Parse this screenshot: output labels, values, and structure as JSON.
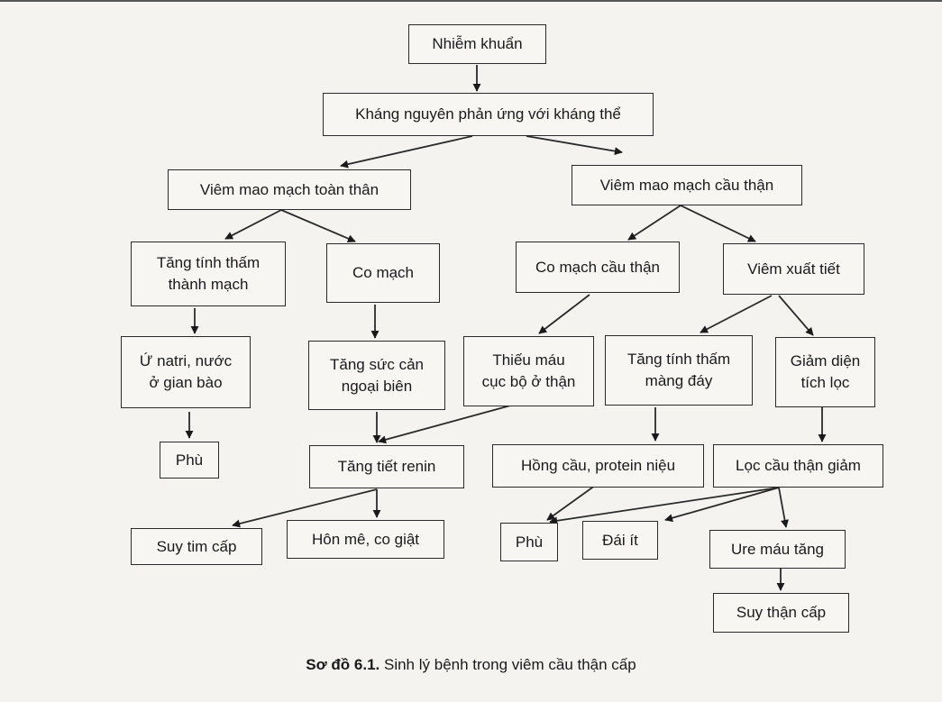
{
  "diagram": {
    "nodes": [
      {
        "id": "n1",
        "label": "Nhiễm khuẩn"
      },
      {
        "id": "n2",
        "label": "Kháng nguyên phản ứng với kháng thể"
      },
      {
        "id": "n3",
        "label": "Viêm mao mạch toàn thân"
      },
      {
        "id": "n4",
        "label": "Viêm mao mạch cầu thận"
      },
      {
        "id": "n5",
        "label": "Tăng tính thấm\nthành mạch"
      },
      {
        "id": "n6",
        "label": "Co mạch"
      },
      {
        "id": "n7",
        "label": "Co mạch cầu thận"
      },
      {
        "id": "n8",
        "label": "Viêm xuất tiết"
      },
      {
        "id": "n9",
        "label": "Ứ natri, nước\nở gian bào"
      },
      {
        "id": "n10",
        "label": "Tăng sức cản\nngoại biên"
      },
      {
        "id": "n11",
        "label": "Thiếu máu\ncục bộ ở thận"
      },
      {
        "id": "n12",
        "label": "Tăng tính thấm\nmàng đáy"
      },
      {
        "id": "n13",
        "label": "Giảm diện\ntích lọc"
      },
      {
        "id": "n14",
        "label": "Phù"
      },
      {
        "id": "n15",
        "label": "Tăng tiết renin"
      },
      {
        "id": "n16",
        "label": "Hồng cầu, protein niệu"
      },
      {
        "id": "n17",
        "label": "Lọc cầu thận giảm"
      },
      {
        "id": "n18",
        "label": "Suy tim cấp"
      },
      {
        "id": "n19",
        "label": "Hôn mê, co giật"
      },
      {
        "id": "n20",
        "label": "Phù"
      },
      {
        "id": "n21",
        "label": "Đái ít"
      },
      {
        "id": "n22",
        "label": "Ure máu tăng"
      },
      {
        "id": "n23",
        "label": "Suy thận cấp"
      }
    ],
    "edges": [
      [
        "n1",
        "n2"
      ],
      [
        "n2",
        "n3"
      ],
      [
        "n2",
        "n4"
      ],
      [
        "n3",
        "n5"
      ],
      [
        "n3",
        "n6"
      ],
      [
        "n4",
        "n7"
      ],
      [
        "n4",
        "n8"
      ],
      [
        "n5",
        "n9"
      ],
      [
        "n6",
        "n10"
      ],
      [
        "n7",
        "n11"
      ],
      [
        "n8",
        "n12"
      ],
      [
        "n8",
        "n13"
      ],
      [
        "n9",
        "n14"
      ],
      [
        "n10",
        "n15"
      ],
      [
        "n11",
        "n15"
      ],
      [
        "n12",
        "n16"
      ],
      [
        "n13",
        "n17"
      ],
      [
        "n15",
        "n18"
      ],
      [
        "n15",
        "n19"
      ],
      [
        "n16",
        "n20"
      ],
      [
        "n17",
        "n20"
      ],
      [
        "n17",
        "n21"
      ],
      [
        "n17",
        "n22"
      ],
      [
        "n22",
        "n23"
      ]
    ]
  },
  "caption": {
    "bold": "Sơ đồ 6.1.",
    "text": " Sinh lý bệnh trong viêm cầu thận cấp"
  },
  "colors": {
    "line": "#2a2a2a",
    "background": "#f4f3ef"
  }
}
